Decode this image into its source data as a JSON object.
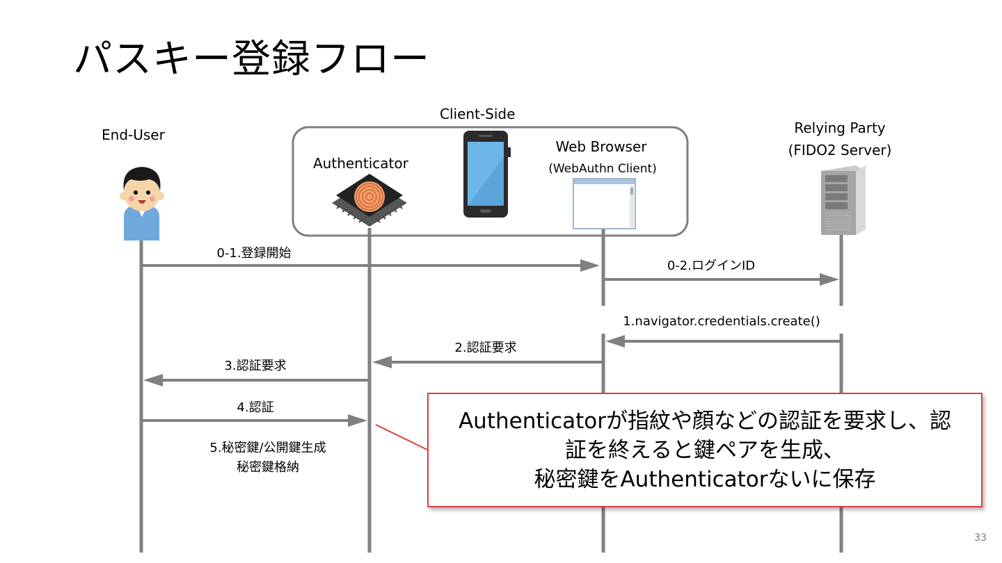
{
  "slide": {
    "title": "パスキー登録フロー",
    "page_number": "33"
  },
  "actors": {
    "end_user": "End-User",
    "client_side": "Client-Side",
    "authenticator": "Authenticator",
    "browser": "Web Browser",
    "browser_sub": "(WebAuthn Client)",
    "rp": "Relying Party",
    "rp_sub": "(FIDO2 Server)"
  },
  "messages": {
    "m01": "0-1.登録開始",
    "m02": "0-2.ログインID",
    "m1": "1.navigator.credentials.create()",
    "m2": "2.認証要求",
    "m3": "3.認証要求",
    "m4": "4.認証",
    "m5a": "5.秘密鍵/公開鍵生成",
    "m5b": "秘密鍵格納"
  },
  "callout": {
    "line1": "Authenticatorが指紋や顔などの認証を要求し、認",
    "line2": "証を終えると鍵ペアを生成、",
    "line3": "秘密鍵をAuthenticatorないに保存"
  },
  "colors": {
    "lifeline": "#808080",
    "callout_border": "#e23b3b",
    "box_border": "#7f7f7f"
  }
}
